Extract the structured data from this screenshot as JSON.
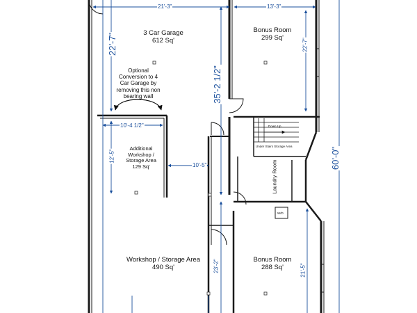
{
  "rooms": {
    "garage": {
      "name": "3 Car Garage",
      "area": "612 Sq'"
    },
    "bonus_top": {
      "name": "Bonus Room",
      "area": "299 Sq'"
    },
    "workshop_small": {
      "name": "Additional Workshop / Storage Area",
      "area": "129 Sq'"
    },
    "workshop_large": {
      "name": "Workshop / Storage Area",
      "area": "490 Sq'"
    },
    "bonus_bottom": {
      "name": "Bonus Room",
      "area": "288 Sq'"
    },
    "laundry": {
      "name": "Laundry Room"
    }
  },
  "annotations": {
    "conversion_note": "Optional Conversion to 4 Car Garage by removing this non bearing wall",
    "stairs_down": "Down Up",
    "under_stairs": "Under Stairs Storage Area",
    "appliance": "W/D"
  },
  "dimensions": {
    "garage_width": "21'-3\"",
    "bonus_top_width": "13'-3\"",
    "garage_depth": "22'-7\"",
    "bonus_top_depth": "22'-7\"",
    "mid_depth": "35'-2 1/2\"",
    "overall_depth": "60'-0\"",
    "workshop_small_width": "10'-4 1/2\"",
    "workshop_small_depth": "12'-5\"",
    "corridor_width": "10'-5\"",
    "workshop_large_depth": "23'-2\"",
    "bonus_bottom_depth": "21'-5\""
  },
  "colors": {
    "wall": "#1a1a1a",
    "dimension": "#1a4f9c"
  }
}
